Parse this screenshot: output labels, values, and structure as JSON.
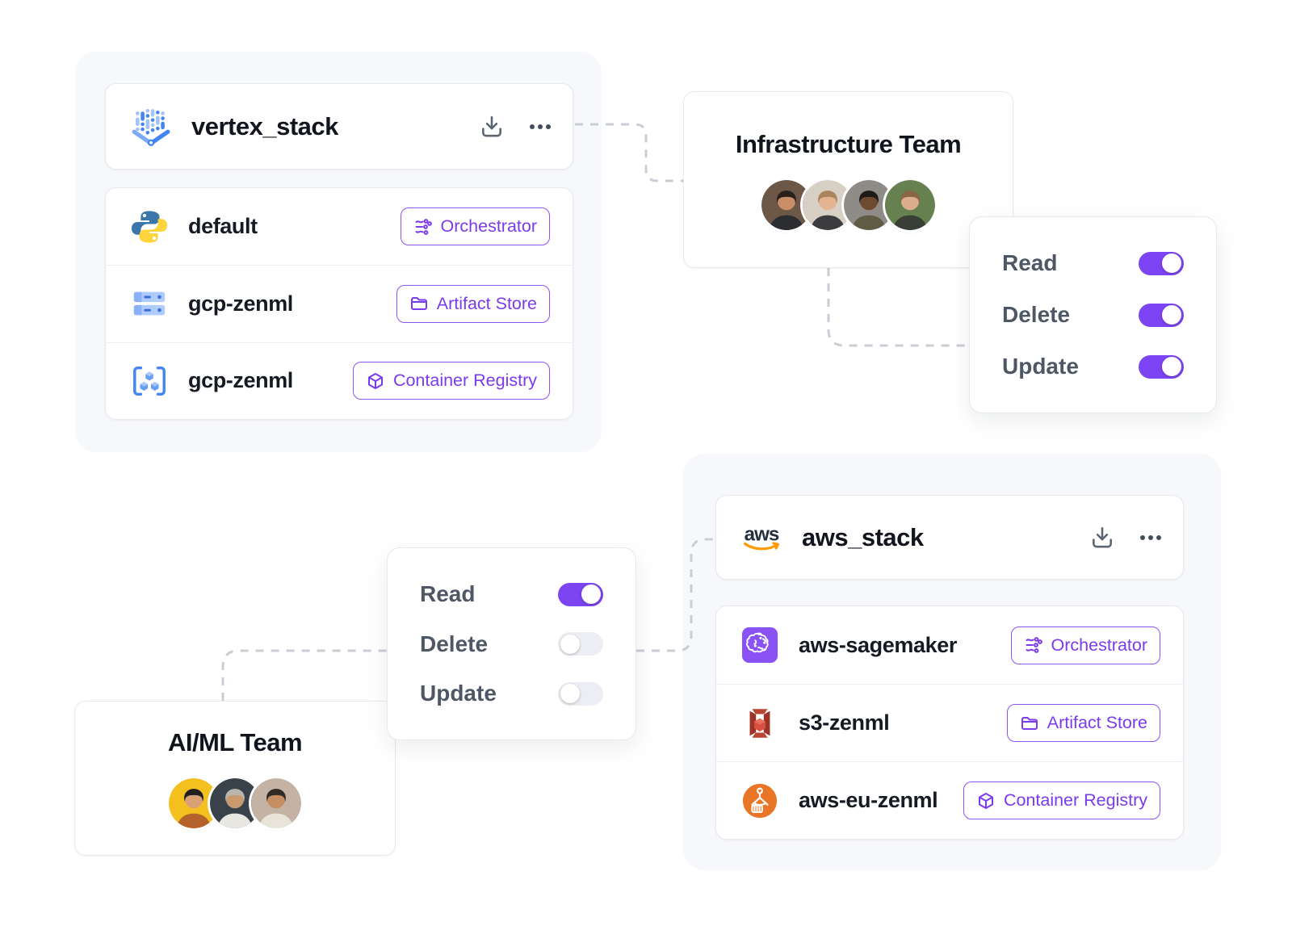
{
  "colors": {
    "accent_purple": "#7C3AED",
    "badge_border": "#8D53F3",
    "toggle_on": "#7C44F2",
    "connector": "#C9CED6",
    "panel_bg": "#F7F8FB",
    "gcp_blue": "#4285F4",
    "gcp_blue_light": "#AECBFA",
    "python_blue": "#3B77A8",
    "python_yellow": "#FFD43B",
    "sagemaker_purple": "#8A52F4",
    "s3_red": "#9D3227",
    "ecr_orange": "#E97627",
    "aws_navy": "#232F3E",
    "aws_orange": "#FF9900"
  },
  "stacks": [
    {
      "title": "vertex_stack",
      "icon": "vertex-ai-icon",
      "actions": {
        "download": "download-icon",
        "more": "more-ellipsis-icon"
      },
      "components": [
        {
          "name": "default",
          "icon": "python-icon",
          "badge": {
            "label": "Orchestrator",
            "icon": "orchestrator-icon"
          }
        },
        {
          "name": "gcp-zenml",
          "icon": "gcp-artifact-store-icon",
          "badge": {
            "label": "Artifact Store",
            "icon": "folder-icon"
          }
        },
        {
          "name": "gcp-zenml",
          "icon": "gcp-container-registry-icon",
          "badge": {
            "label": "Container Registry",
            "icon": "cube-icon"
          }
        }
      ]
    },
    {
      "title": "aws_stack",
      "icon": "aws-logo-icon",
      "aws_logo_text": "aws",
      "actions": {
        "download": "download-icon",
        "more": "more-ellipsis-icon"
      },
      "components": [
        {
          "name": "aws-sagemaker",
          "icon": "sagemaker-icon",
          "badge": {
            "label": "Orchestrator",
            "icon": "orchestrator-icon"
          }
        },
        {
          "name": "s3-zenml",
          "icon": "s3-icon",
          "badge": {
            "label": "Artifact Store",
            "icon": "folder-icon"
          }
        },
        {
          "name": "aws-eu-zenml",
          "icon": "ecr-icon",
          "badge": {
            "label": "Container Registry",
            "icon": "cube-icon"
          }
        }
      ]
    }
  ],
  "teams": [
    {
      "title": "Infrastructure Team",
      "avatars": [
        {
          "style": "--bg:#6d5847;--skin:#c98e67;--hair:#2a211c;--shirt:#2b2d31"
        },
        {
          "style": "--bg:#d8cfc5;--skin:#e3b492;--hair:#a9845e;--shirt:#3c3c40"
        },
        {
          "style": "--bg:#8f8c88;--skin:#6e4a31;--hair:#1d1a17;--shirt:#5f5b44"
        },
        {
          "style": "--bg:#66804f;--skin:#dcae8d;--hair:#8a6647;--shirt:#3a3f35"
        }
      ]
    },
    {
      "title": "AI/ML Team",
      "avatars": [
        {
          "style": "--bg:#f4c01e;--skin:#d9a276;--hair:#241f1e;--shirt:#b4622c"
        },
        {
          "style": "--bg:#39414a;--skin:#c9996f;--hair:#b9b4ac;--shirt:#e9e7e2"
        },
        {
          "style": "--bg:#c4b3a4;--skin:#c58f62;--hair:#322a24;--shirt:#e8e4da"
        }
      ]
    }
  ],
  "permissions": [
    {
      "rows": [
        {
          "label": "Read",
          "on": true
        },
        {
          "label": "Delete",
          "on": true
        },
        {
          "label": "Update",
          "on": true
        }
      ]
    },
    {
      "rows": [
        {
          "label": "Read",
          "on": true
        },
        {
          "label": "Delete",
          "on": false
        },
        {
          "label": "Update",
          "on": false
        }
      ]
    }
  ]
}
